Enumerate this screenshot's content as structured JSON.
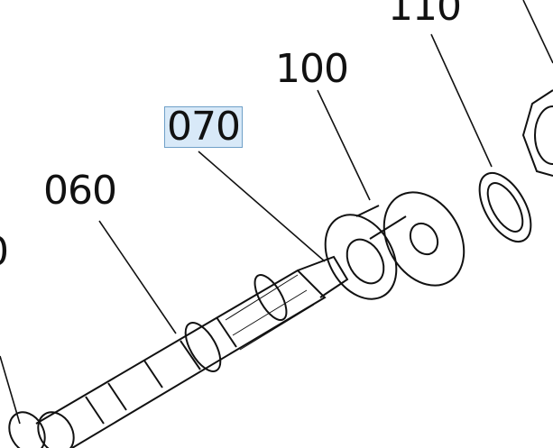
{
  "labels": {
    "part_110": "110",
    "part_100": "100",
    "part_070": "070",
    "part_060": "060",
    "part_050_partial": "0"
  },
  "highlighted_part": "070",
  "colors": {
    "highlight_fill": "#d8e9f8",
    "highlight_border": "#6fa0c8",
    "ink": "#111111"
  }
}
